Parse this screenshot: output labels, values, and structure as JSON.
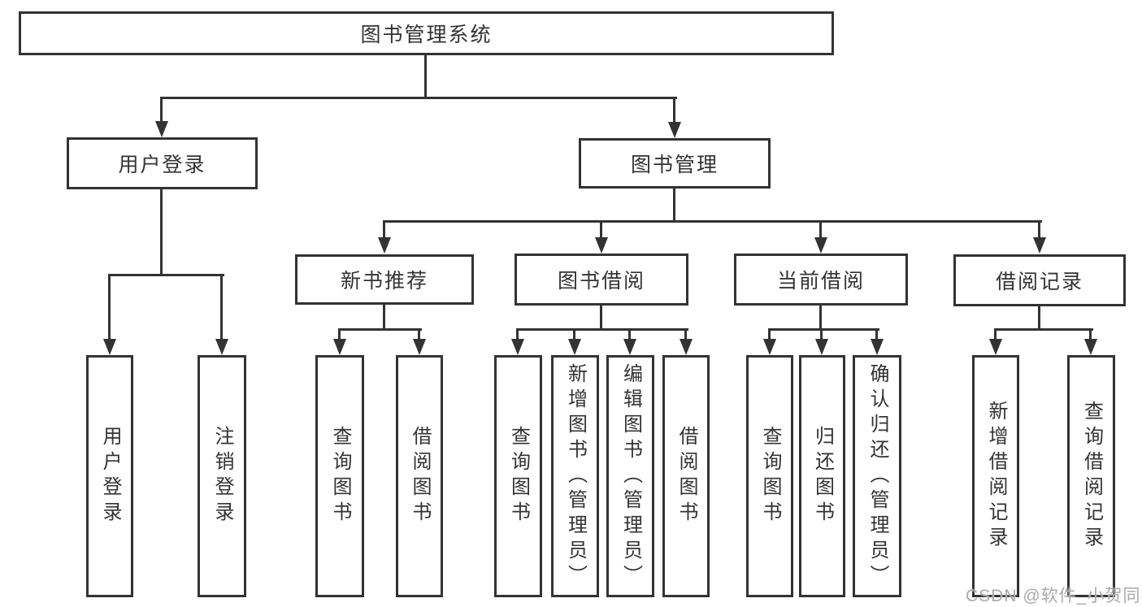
{
  "diagram": {
    "root": {
      "label": "图书管理系统",
      "children": [
        {
          "label": "用户登录",
          "children": [
            {
              "label": "用户登录"
            },
            {
              "label": "注销登录"
            }
          ]
        },
        {
          "label": "图书管理",
          "children": [
            {
              "label": "新书推荐",
              "children": [
                {
                  "label": "查询图书"
                },
                {
                  "label": "借阅图书"
                }
              ]
            },
            {
              "label": "图书借阅",
              "children": [
                {
                  "label": "查询图书"
                },
                {
                  "label": "新增图书（管理员）"
                },
                {
                  "label": "编辑图书（管理员）"
                },
                {
                  "label": "借阅图书"
                }
              ]
            },
            {
              "label": "当前借阅",
              "children": [
                {
                  "label": "查询图书"
                },
                {
                  "label": "归还图书"
                },
                {
                  "label": "确认归还（管理员）"
                }
              ]
            },
            {
              "label": "借阅记录",
              "children": [
                {
                  "label": "新增借阅记录"
                },
                {
                  "label": "查询借阅记录"
                }
              ]
            }
          ]
        }
      ]
    }
  },
  "watermark": {
    "text": "CSDN @软件_小贺同学"
  },
  "colors": {
    "line": "#333333",
    "box_background": "#ffffff",
    "watermark": "#a9a9a9"
  }
}
